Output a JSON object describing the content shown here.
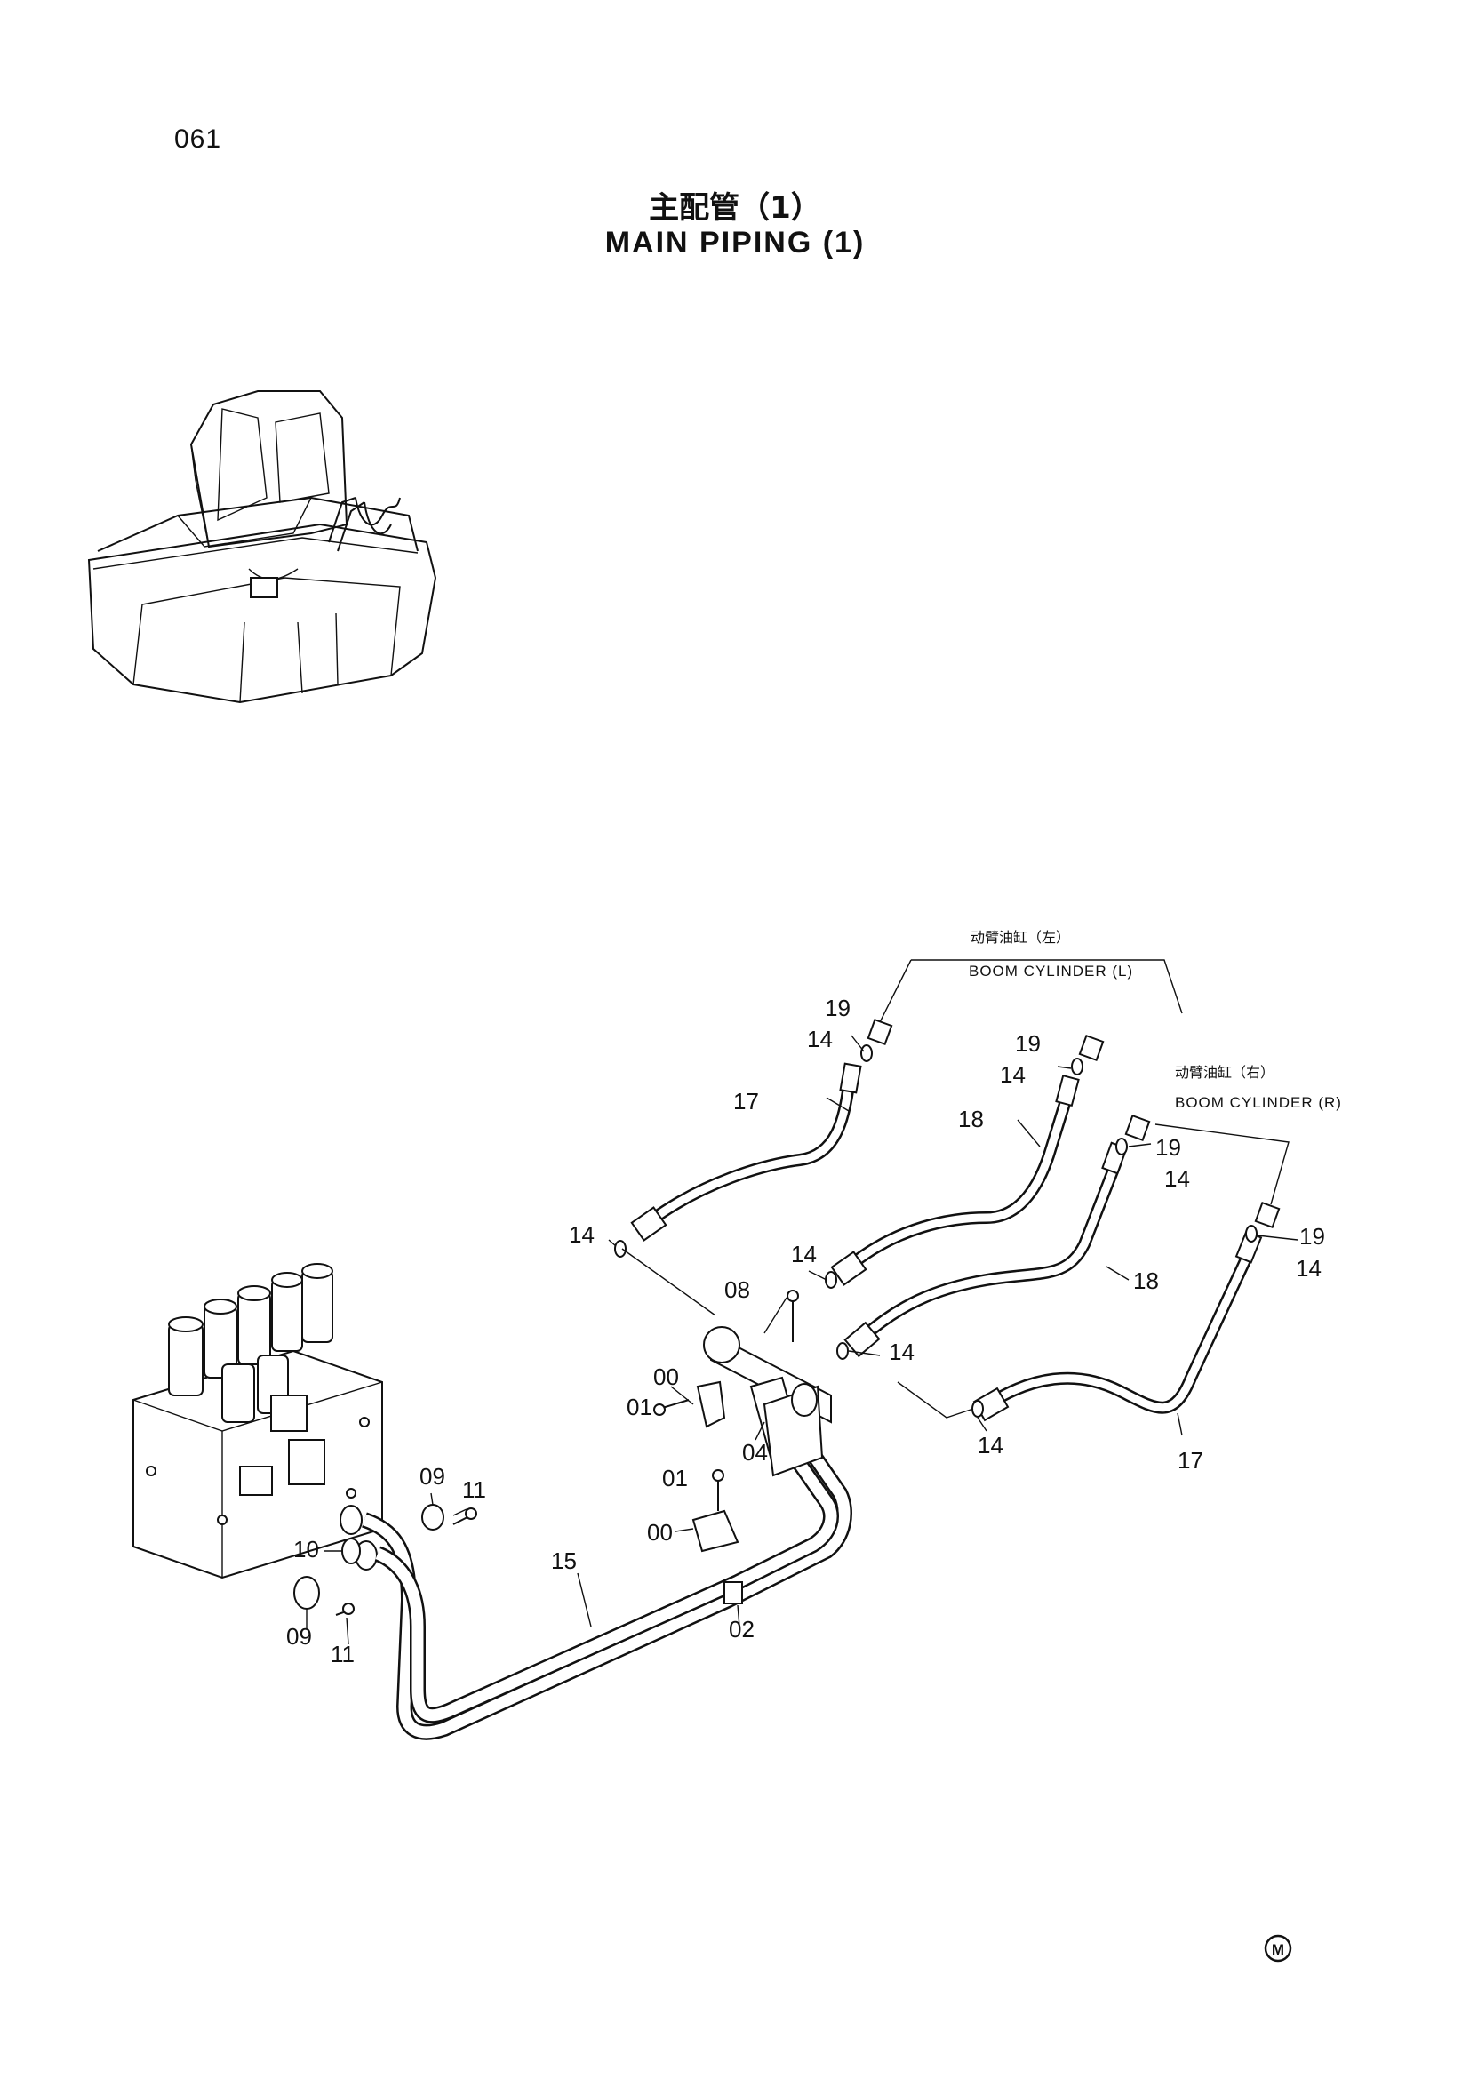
{
  "header": {
    "page_number": "061",
    "title_cn": "主配管（1）",
    "title_en": "MAIN PIPING (1)"
  },
  "callouts": {
    "boom_cylinder_left_cn": "动臂油缸（左）",
    "boom_cylinder_left_en": "BOOM CYLINDER (L)",
    "boom_cylinder_right_cn": "动臂油缸（右）",
    "boom_cylinder_right_en": "BOOM CYLINDER (R)"
  },
  "part_labels": {
    "p00": "00",
    "p01": "01",
    "p02": "02",
    "p04": "04",
    "p08": "08",
    "p09": "09",
    "p10": "10",
    "p11": "11",
    "p14": "14",
    "p15": "15",
    "p17": "17",
    "p18": "18",
    "p19": "19"
  },
  "footer": {
    "mark": "M"
  }
}
